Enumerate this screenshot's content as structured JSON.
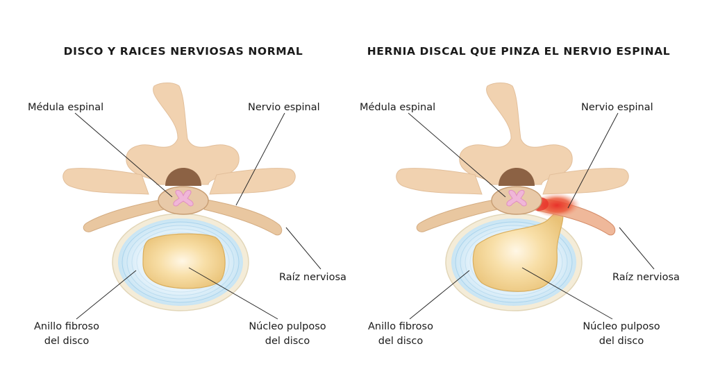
{
  "panels": [
    {
      "title": "DISCO Y RAICES NERVIOSAS NORMAL",
      "labels": {
        "medula": "Médula espinal",
        "nervio": "Nervio espinal",
        "raiz": "Raíz nerviosa",
        "anillo_1": "Anillo fibroso",
        "anillo_2": "del disco",
        "nucleo_1": "Núcleo pulposo",
        "nucleo_2": "del disco"
      }
    },
    {
      "title": "HERNIA DISCAL QUE PINZA EL NERVIO ESPINAL",
      "labels": {
        "medula": "Médula espinal",
        "nervio": "Nervio espinal",
        "raiz": "Raíz nerviosa",
        "anillo_1": "Anillo fibroso",
        "anillo_2": "del disco",
        "nucleo_1": "Núcleo pulposo",
        "nucleo_2": "del disco"
      }
    }
  ],
  "colors": {
    "bone": "#f1d2b0",
    "bone_stroke": "#dcb793",
    "canal": "#8c6244",
    "cord": "#e8c9a8",
    "grey_matter": "#f0b6d8",
    "annulus": "#cfe6f4",
    "annulus_rim": "#f4ecd8",
    "nucleus": "#f1cf8a",
    "inflammation": "#e8312a"
  }
}
